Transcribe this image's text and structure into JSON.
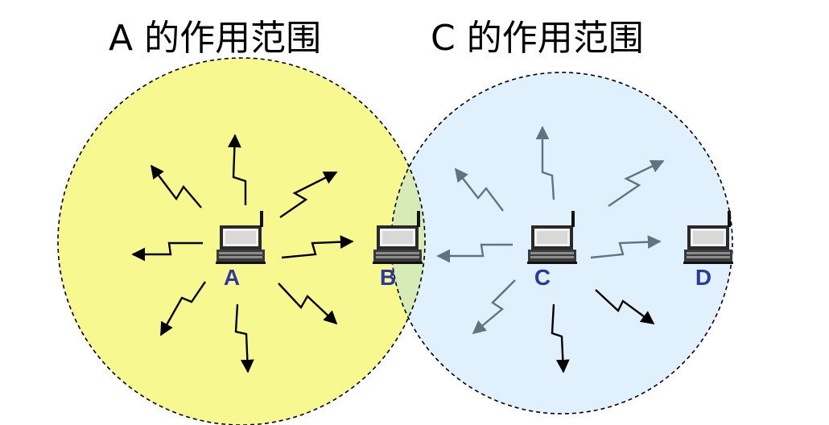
{
  "diagram": {
    "title_a": "A 的作用范围",
    "title_c": "C 的作用范围",
    "nodes": [
      {
        "id": "A",
        "label": "A"
      },
      {
        "id": "B",
        "label": "B"
      },
      {
        "id": "C",
        "label": "C"
      },
      {
        "id": "D",
        "label": "D"
      }
    ]
  },
  "colors": {
    "range_a_fill": "#f8f890",
    "range_c_fill": "#e0f0fc",
    "overlap_fill": "#d6ebb6",
    "label_color": "#2c3aa0",
    "signal_a": "#000000",
    "signal_c": "#5f7482"
  }
}
